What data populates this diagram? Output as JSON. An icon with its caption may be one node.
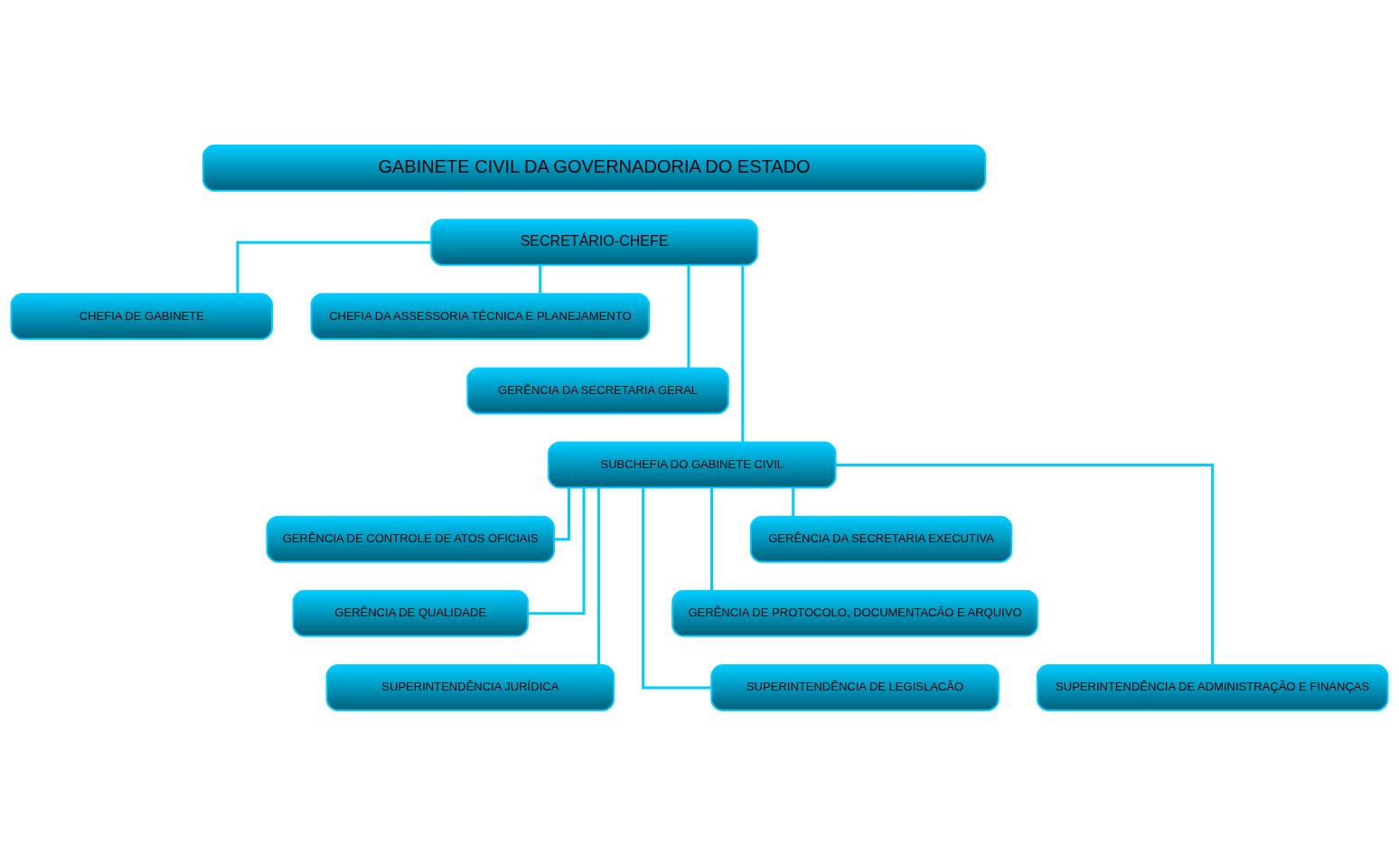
{
  "diagram": {
    "nodes": [
      {
        "text": [
          "GABINETE CIVIL DA GOVERNADORIA DO ESTADO"
        ]
      },
      {
        "text": [
          "SECRETÁRIO-CHEFE"
        ]
      },
      {
        "text": [
          "CHEFIA DE GABINETE"
        ]
      },
      {
        "text": [
          "CHEFIA DA ASSESSORIA TÉCNICA E PLANEJAMENTO"
        ]
      },
      {
        "text": [
          "GERÊNCIA DA SECRETARIA GERAL"
        ]
      },
      {
        "text": [
          "SUBCHEFIA DO GABINETE CIVIL"
        ]
      },
      {
        "text": [
          "GERÊNCIA DE CONTROLE DE ATOS OFICIAIS"
        ]
      },
      {
        "text": [
          "GERÊNCIA DA SECRETARIA EXECUTIVA"
        ]
      },
      {
        "text": [
          "GERÊNCIA DE QUALIDADE"
        ]
      },
      {
        "text": [
          "GERÊNCIA DE PROTOCOLO, DOCUMENTACÃO E ARQUIVO"
        ]
      },
      {
        "text": [
          "SUPERINTENDÊNCIA JURÍDICA"
        ]
      },
      {
        "text": [
          "SUPERINTENDÊNCIA DE ADMINISTRAÇÃO E FINANÇAS"
        ]
      },
      {
        "text": [
          "SUPERINTENDÊNCIA DE LEGISLACÃO"
        ]
      }
    ],
    "edges": [
      {
        "from": 1,
        "to": 2,
        "arrow": "none"
      },
      {
        "from": 1,
        "to": 3,
        "arrow": "none"
      },
      {
        "from": 1,
        "to": 4,
        "arrow": "none"
      },
      {
        "from": 1,
        "to": 5,
        "arrow": "none"
      },
      {
        "from": 5,
        "to": 6,
        "arrow": "none"
      },
      {
        "from": 5,
        "to": 7,
        "arrow": "none"
      },
      {
        "from": 5,
        "to": 8,
        "arrow": "none"
      },
      {
        "from": 5,
        "to": 9,
        "arrow": "none"
      },
      {
        "from": 5,
        "to": 10,
        "arrow": "none"
      },
      {
        "from": 5,
        "to": 11,
        "arrow": "none"
      },
      {
        "from": 5,
        "to": 12,
        "arrow": "none"
      }
    ]
  }
}
